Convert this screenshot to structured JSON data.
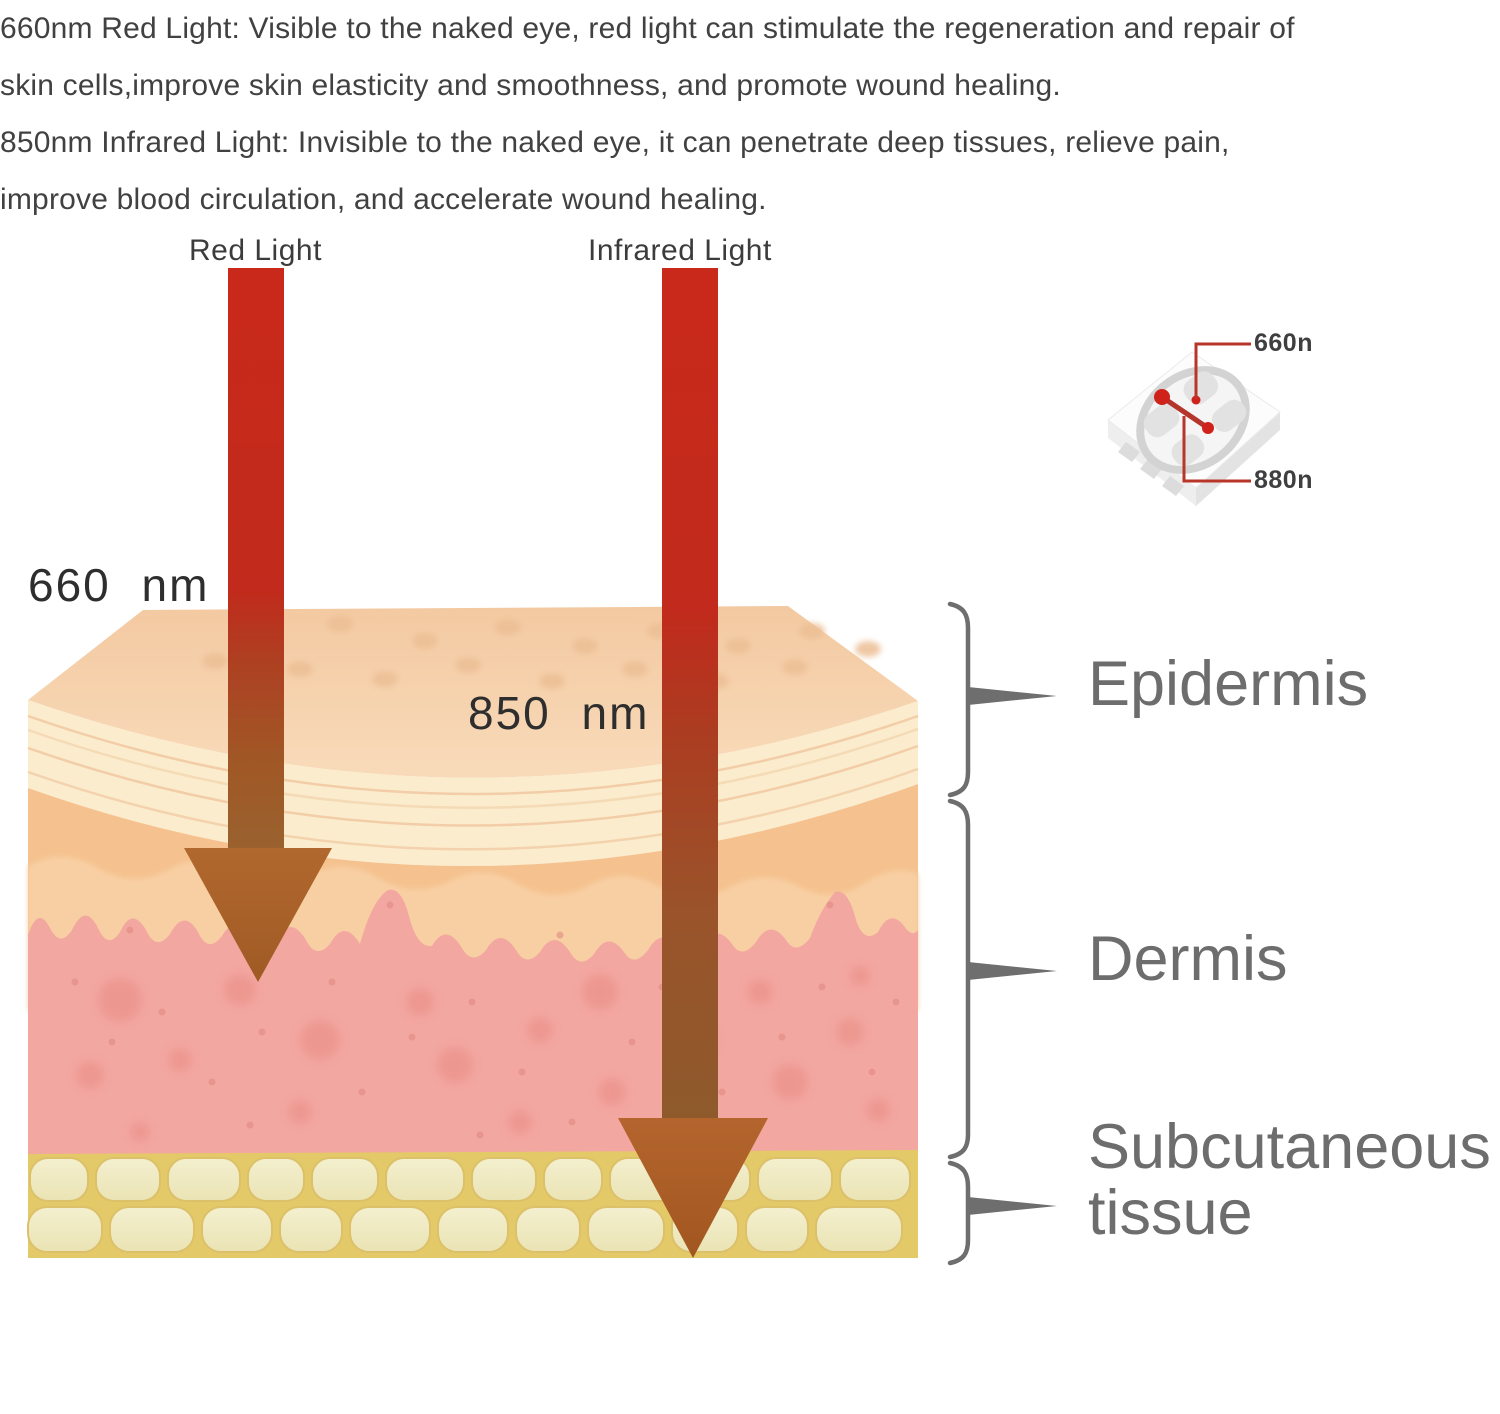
{
  "intro": {
    "lines": [
      "660nm Red Light: Visible to the naked eye, red light can stimulate the regeneration and repair of",
      "skin cells,improve skin elasticity and smoothness, and promote wound healing."
    ]
  },
  "outro": {
    "lines": [
      "850nm Infrared  Light: Invisible to the naked eye, it can penetrate deep tissues, relieve pain,",
      "improve blood circulation, and accelerate wound healing."
    ]
  },
  "beams": {
    "red": {
      "label": "Red Light",
      "wavelength": "660 nm"
    },
    "infrared": {
      "label": "Infrared Light",
      "wavelength": "850 nm"
    }
  },
  "skin_layers": [
    {
      "name": "Epidermis"
    },
    {
      "name": "Dermis"
    },
    {
      "name": "Subcutaneous tissue"
    }
  ],
  "led_chip": {
    "top_label": "660n",
    "bottom_label": "880n"
  },
  "colors": {
    "text_dark": "#414141",
    "label_gray": "#6d6d6d",
    "brace_gray": "#6e6e6e",
    "light_red": "#c9291a",
    "arrow_brown": "#a96127",
    "chip_line_red": "#b8352a",
    "chip_label_dark": "#3f3f3f",
    "epidermis_peach": "#f6d0a9",
    "epidermis_cream": "#fbeccd",
    "epidermis_orange": "#f5c28f",
    "dermis_pink": "#f3a7a1",
    "subcutis_yellow": "#e4c968",
    "subcutis_pebble": "#f1edc8"
  }
}
